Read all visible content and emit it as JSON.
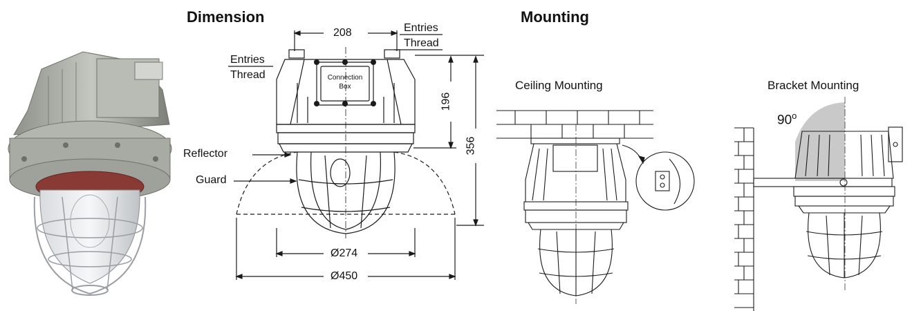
{
  "titles": {
    "dimension": "Dimension",
    "mounting": "Mounting"
  },
  "mounting_labels": {
    "ceiling": "Ceiling Mounting",
    "bracket": "Bracket Mounting"
  },
  "callouts": {
    "entries_right": "Entries",
    "thread_right": "Thread",
    "entries_left": "Entries",
    "thread_left": "Thread",
    "reflector": "Reflector",
    "guard": "Guard",
    "connection_box_line1": "Connection",
    "connection_box_line2": "Box"
  },
  "dimensions": {
    "width_top": "208",
    "height_upper": "196",
    "height_total": "356",
    "diameter_guard": "Ø274",
    "diameter_reflector": "Ø450"
  },
  "angle": {
    "value": "90",
    "unit": "o"
  },
  "colors": {
    "ink": "#1a1a1a",
    "housing_gray": "#a8aaa4",
    "angle_fill": "#c9c9c9",
    "red_ring": "#8a3a34"
  }
}
